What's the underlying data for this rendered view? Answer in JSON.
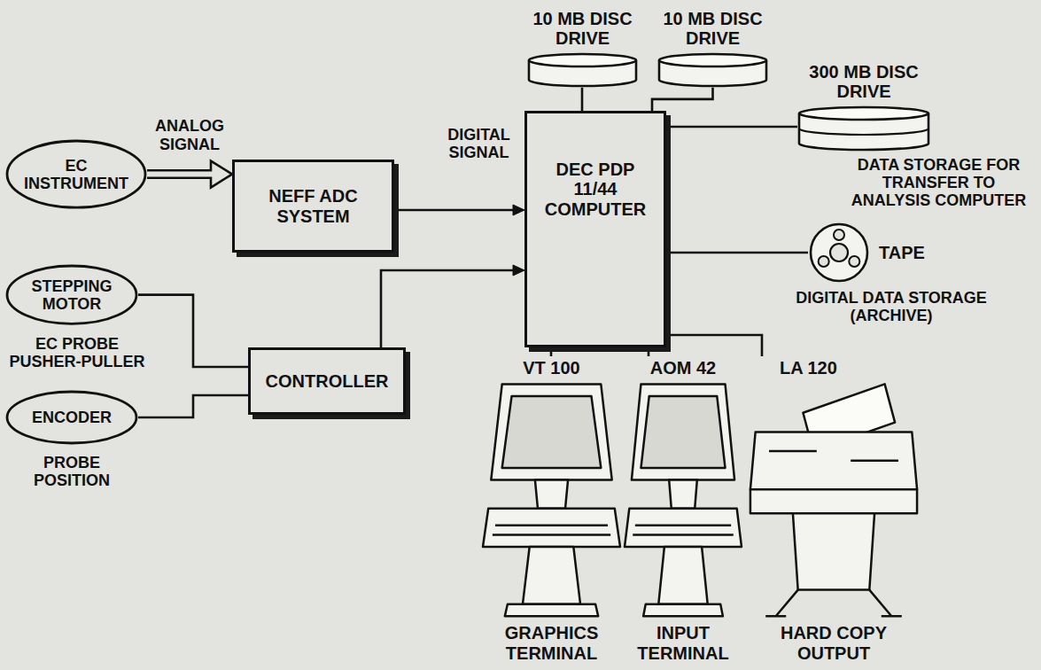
{
  "diagram": {
    "nodes": [
      {
        "text": [
          "10 MB DISC DRIVE"
        ]
      },
      {
        "text": [
          "10 MB DISC DRIVE"
        ]
      },
      {
        "text": [
          "300 MB DISC DRIVE"
        ]
      },
      {
        "text": [
          "EC INSTRUMENT"
        ]
      },
      {
        "text": [
          "NEFF ADC SYSTEM"
        ]
      },
      {
        "text": [
          "DEC PDP 11/44 COMPUTER"
        ]
      },
      {
        "text": [
          "TAPE"
        ]
      },
      {
        "text": [
          "STEPPING MOTOR"
        ]
      },
      {
        "text": [
          "CONTROLLER"
        ]
      },
      {
        "text": [
          "ENCODER"
        ]
      },
      {
        "text": [
          "VT 100",
          "GRAPHICS TERMINAL"
        ]
      },
      {
        "text": [
          "AOM 42",
          "INPUT TERMINAL"
        ]
      },
      {
        "text": [
          "LA 120",
          "HARD COPY OUTPUT"
        ]
      }
    ],
    "edges": [
      {
        "from": 3,
        "to": 4,
        "arrow": "to",
        "label": "ANALOG SIGNAL"
      },
      {
        "from": 4,
        "to": 5,
        "arrow": "to",
        "label": "DIGITAL SIGNAL"
      },
      {
        "from": 5,
        "to": 0,
        "arrow": "none"
      },
      {
        "from": 5,
        "to": 1,
        "arrow": "none"
      },
      {
        "from": 5,
        "to": 2,
        "arrow": "none"
      },
      {
        "from": 5,
        "to": 6,
        "arrow": "none"
      },
      {
        "from": 7,
        "to": 8,
        "arrow": "none"
      },
      {
        "from": 9,
        "to": 8,
        "arrow": "none"
      },
      {
        "from": 8,
        "to": 5,
        "arrow": "to"
      },
      {
        "from": 5,
        "to": 10,
        "arrow": "none"
      },
      {
        "from": 5,
        "to": 11,
        "arrow": "none"
      },
      {
        "from": 5,
        "to": 12,
        "arrow": "none"
      }
    ],
    "labels": [
      "DATA STORAGE FOR TRANSFER TO ANALYSIS COMPUTER",
      "DIGITAL DATA STORAGE (ARCHIVE)",
      "EC PROBE PUSHER-PULLER",
      "PROBE POSITION"
    ]
  }
}
